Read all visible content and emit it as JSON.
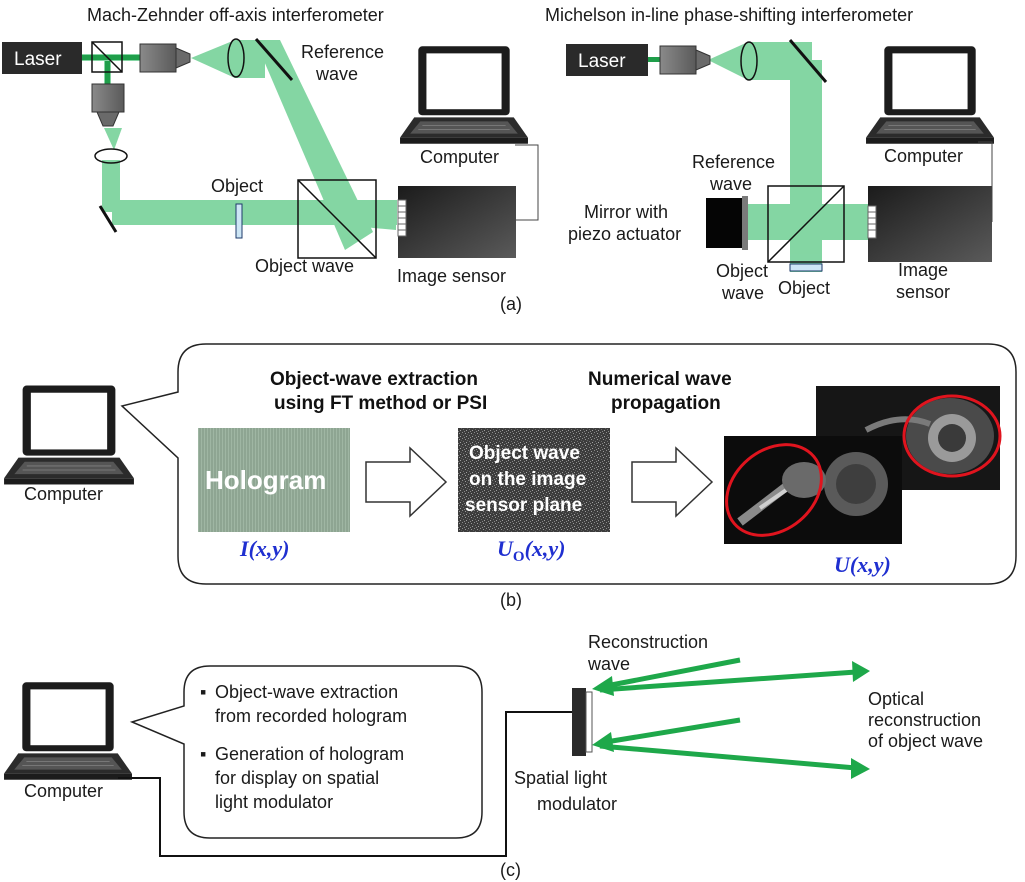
{
  "panel_a": {
    "left_title": "Mach-Zehnder off-axis interferometer",
    "right_title": "Michelson in-line phase-shifting interferometer",
    "left": {
      "laser": "Laser",
      "reference_wave": [
        "Reference",
        "wave"
      ],
      "object": "Object",
      "object_wave": "Object wave",
      "image_sensor": "Image sensor",
      "computer": "Computer"
    },
    "right": {
      "laser": "Laser",
      "computer": "Computer",
      "reference_wave": [
        "Reference",
        "wave"
      ],
      "mirror": [
        "Mirror with",
        "piezo actuator"
      ],
      "object_wave": [
        "Object",
        "wave"
      ],
      "object": "Object",
      "image_sensor": [
        "Image",
        "sensor"
      ]
    },
    "caption": "(a)"
  },
  "panel_b": {
    "computer": "Computer",
    "step1_title": [
      "Object-wave extraction",
      "using FT method or PSI"
    ],
    "step2_title": [
      "Numerical wave",
      "propagation"
    ],
    "hologram_label": "Hologram",
    "object_wave_box": [
      "Object wave",
      "on the image",
      "sensor plane"
    ],
    "eq_hologram": {
      "fn": "I",
      "args": "(x,y)"
    },
    "eq_object_wave": {
      "fn": "U",
      "sub": "O",
      "args": "(x,y)"
    },
    "eq_reconstruction": {
      "fn": "U",
      "args": "(x,y)"
    },
    "caption": "(b)"
  },
  "panel_c": {
    "computer": "Computer",
    "bullets": [
      [
        "Object-wave extraction",
        "from recorded hologram"
      ],
      [
        "Generation of hologram",
        "for display on spatial",
        "light modulator"
      ]
    ],
    "bullet_mark": "▪",
    "reconstruction_wave": [
      "Reconstruction",
      "wave"
    ],
    "optical_reconstruction": [
      "Optical",
      "reconstruction",
      "of object wave"
    ],
    "slm": [
      "Spatial light",
      "modulator"
    ],
    "caption": "(c)"
  },
  "colors": {
    "beam": "#6fcf94",
    "beam_dark": "#1f9e4a",
    "arrow_green": "#1ea84a",
    "equation_blue": "#1f2fd0",
    "ellipse_red": "#e0141e",
    "device_dark": "#2a2a2a"
  },
  "icons": [
    "laptop-icon",
    "laser-icon",
    "beam-splitter-icon",
    "objective-lens-icon",
    "lens-icon",
    "mirror-icon",
    "image-sensor-icon",
    "piezo-mirror-icon",
    "block-arrow-icon"
  ]
}
